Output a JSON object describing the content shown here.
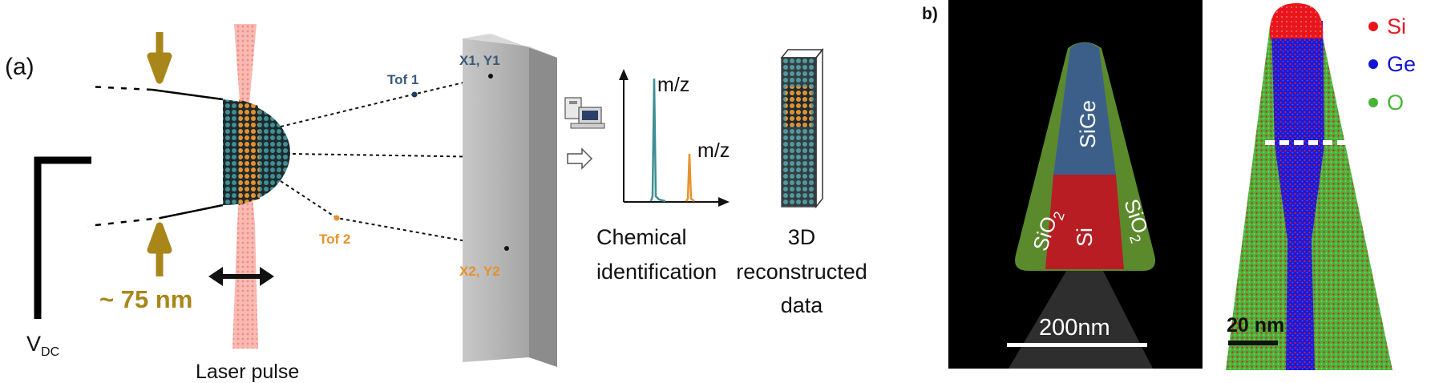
{
  "panel_a": {
    "label": "(a)",
    "vdc_main": "V",
    "vdc_sub": "DC",
    "size_label": "~ 75 nm",
    "laser_label": "Laser pulse",
    "tof1": "Tof 1",
    "tof2": "Tof 2",
    "xy1": "X1, Y1",
    "xy2": "X2, Y2",
    "mz1": "m/z",
    "mz2": "m/z",
    "chem_line1": "Chemical",
    "chem_line2": "identification",
    "recon_line1": "3D",
    "recon_line2": "reconstructed",
    "recon_line3": "data"
  },
  "panel_b": {
    "label": "b)",
    "sige": "SiGe",
    "si": "Si",
    "sio2_left": "SiO",
    "sio2_left_sub": "2",
    "sio2_right": "SiO",
    "sio2_right_sub": "2",
    "scale_left": "200nm",
    "scale_right": "20 nm",
    "legend": [
      {
        "label": "Si",
        "color": "#e8161c"
      },
      {
        "label": "Ge",
        "color": "#1414d2"
      },
      {
        "label": "O",
        "color": "#4ab33a"
      }
    ]
  },
  "colors": {
    "gold": "#a8861a",
    "laser": "#f4a39b",
    "detector": "#b8b8b8",
    "teal": "#3f8f94",
    "orange": "#e8912a",
    "sige": "#3c5f8a",
    "si": "#b81d24",
    "sio2": "#5b8a2d"
  }
}
